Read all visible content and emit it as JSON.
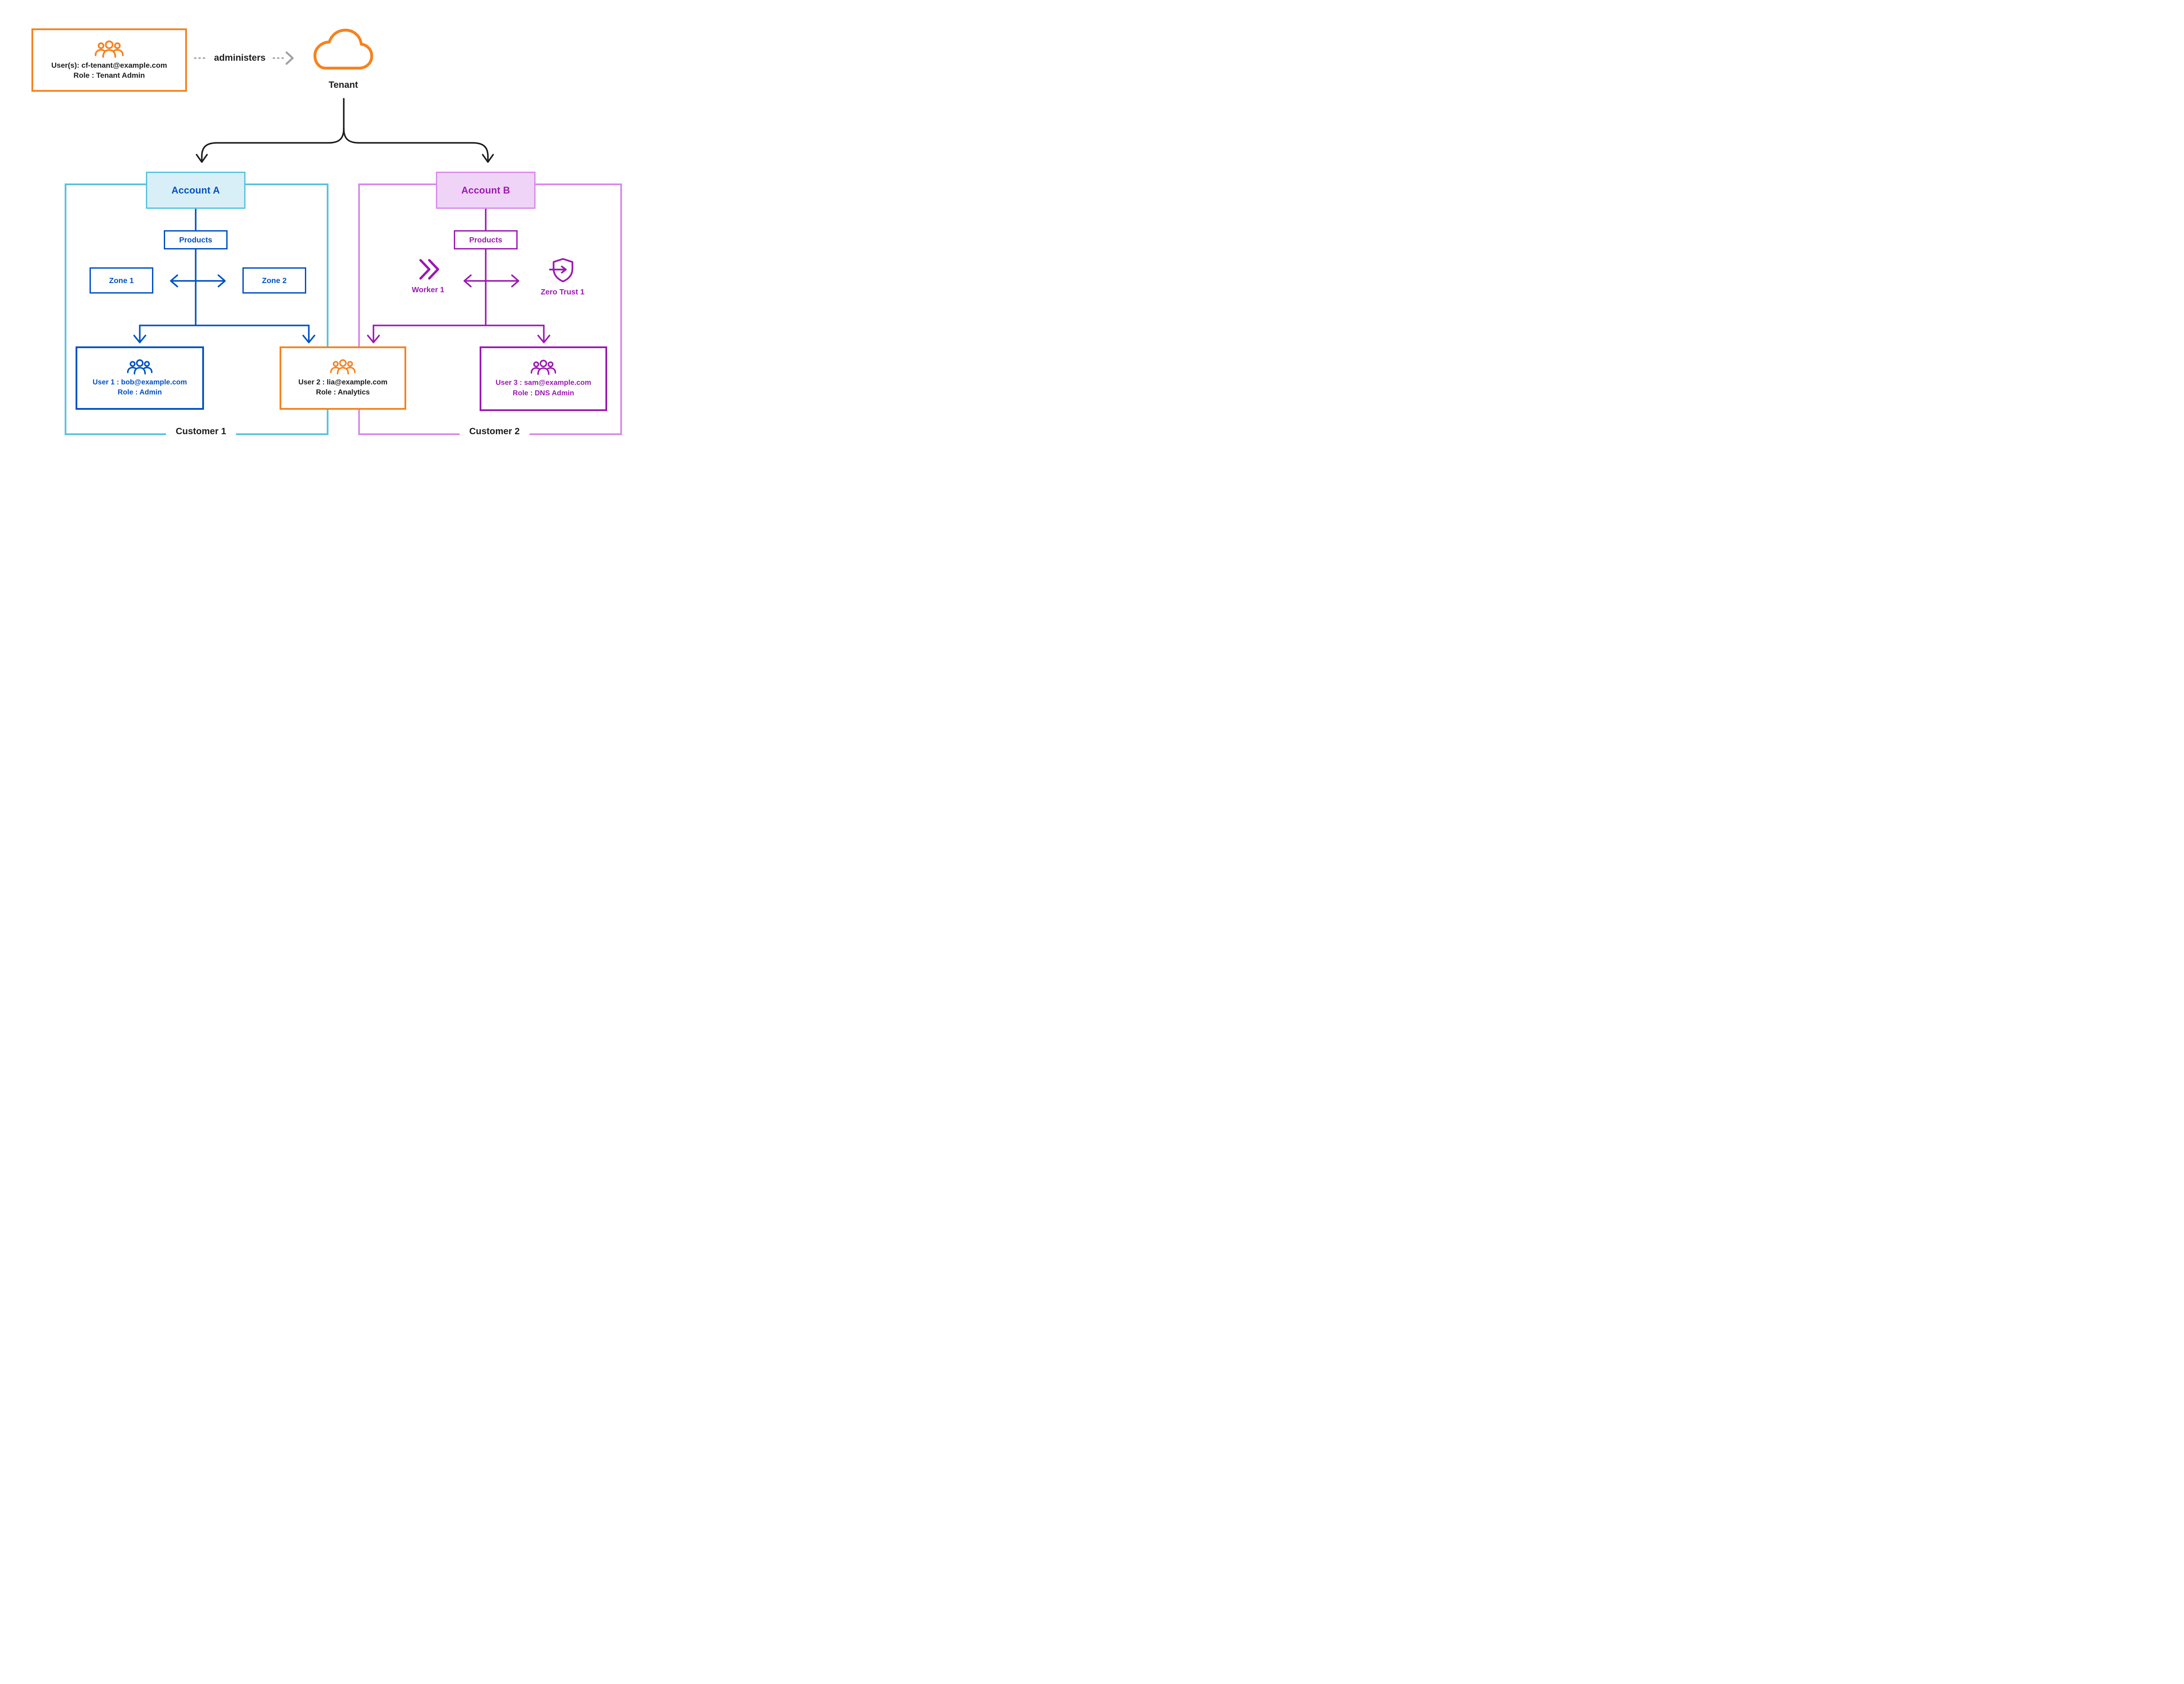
{
  "tenant_admin_box": {
    "users": "User(s): cf-tenant@example.com",
    "role": "Role : Tenant Admin"
  },
  "administers_label": "administers",
  "tenant_label": "Tenant",
  "customer1": {
    "label": "Customer 1",
    "account_label": "Account A",
    "products_label": "Products",
    "zone1_label": "Zone 1",
    "zone2_label": "Zone 2",
    "user1": {
      "name": "User 1 : bob@example.com",
      "role": "Role : Admin"
    }
  },
  "user2": {
    "name": "User 2 : lia@example.com",
    "role": "Role : Analytics"
  },
  "customer2": {
    "label": "Customer 2",
    "account_label": "Account B",
    "products_label": "Products",
    "worker_label": "Worker 1",
    "zero_trust_label": "Zero Trust 1",
    "user3": {
      "name": "User 3 : sam@example.com",
      "role": "Role : DNS Admin"
    }
  },
  "colors": {
    "orange": "#f6821f",
    "blue": "#0051c3",
    "cyan_border": "#59c3dc",
    "cyan_fill": "#d9eff8",
    "purple": "#9a1ab1",
    "violet_border": "#d98aeb",
    "violet_fill": "#f0d4f8",
    "text_dark": "#1d1d1d",
    "gray_arrow": "#a0a0a5"
  }
}
